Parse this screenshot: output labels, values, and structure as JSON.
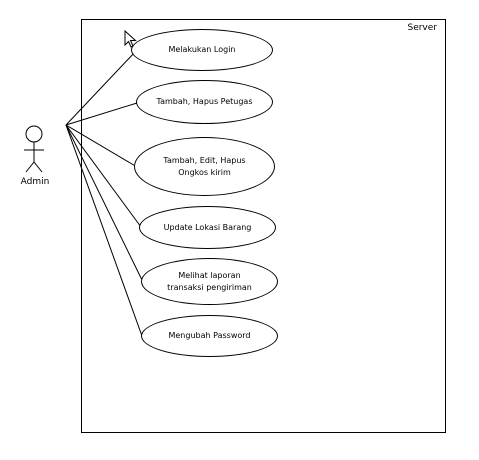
{
  "system": {
    "label": "Server"
  },
  "actor": {
    "label": "Admin"
  },
  "use_cases": [
    {
      "label": "Melakukan Login"
    },
    {
      "label": "Tambah, Hapus Petugas"
    },
    {
      "label": "Tambah, Edit, Hapus\nOngkos kirim"
    },
    {
      "label": "Update Lokasi Barang"
    },
    {
      "label": "Melihat laporan\ntransaksi pengiriman"
    },
    {
      "label": "Mengubah Password"
    }
  ],
  "cursor_icon": "mouse-pointer-icon"
}
